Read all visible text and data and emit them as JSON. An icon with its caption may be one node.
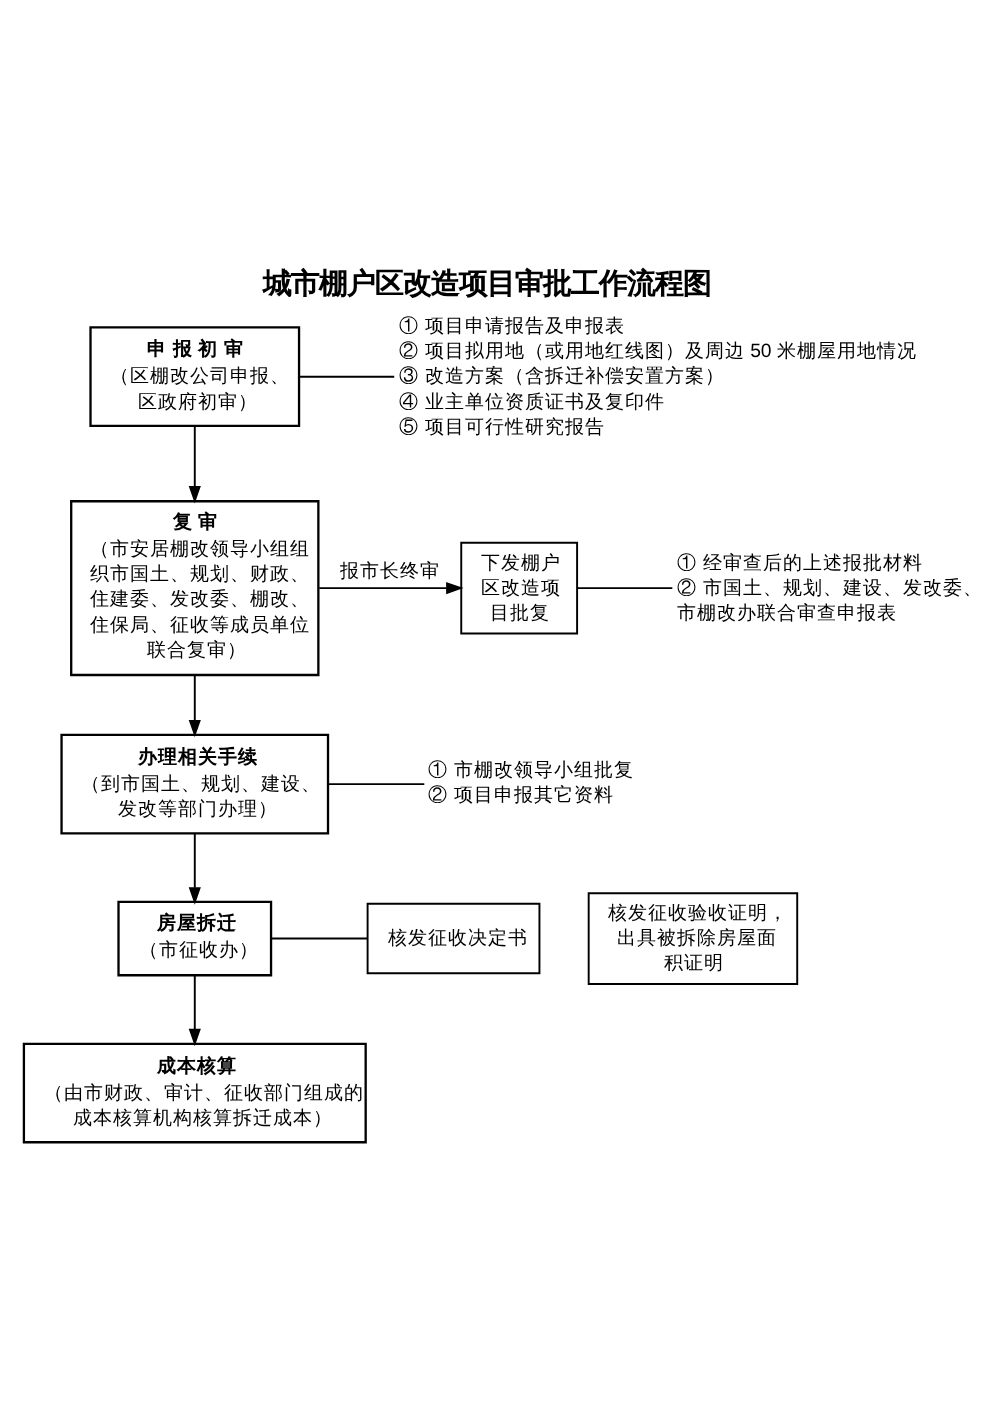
{
  "diagram": {
    "title": "城市棚户区改造项目审批工作流程图",
    "nodes": [
      {
        "text": [
          "申 报 初 审",
          "（区棚改公司申报、区政府初审）"
        ]
      },
      {
        "text": [
          "① 项目申请报告及申报表",
          "② 项目拟用地（或用地红线图）及周边 50 米棚屋用地情况",
          "③ 改造方案（含拆迁补偿安置方案）",
          "④ 业主单位资质证书及复印件",
          "⑤ 项目可行性研究报告"
        ]
      },
      {
        "text": [
          "复 审",
          "（市安居棚改领导小组组织市国土、规划、财政、住建委、发改委、棚改、住保局、征收等成员单位联合复审）"
        ]
      },
      {
        "text": [
          "下发棚户区改造项目批复"
        ]
      },
      {
        "text": [
          "① 经审查后的上述报批材料",
          "② 市国土、规划、建设、发改委、市棚改办联合审查申报表"
        ]
      },
      {
        "text": [
          "办理相关手续",
          "（到市国土、规划、建设、发改等部门办理）"
        ]
      },
      {
        "text": [
          "① 市棚改领导小组批复",
          "② 项目申报其它资料"
        ]
      },
      {
        "text": [
          "核发征收决定书"
        ]
      },
      {
        "text": [
          "房屋拆迁",
          "（市征收办）"
        ]
      },
      {
        "text": [
          "核发征收验收证明，出具被拆除房屋面积证明"
        ]
      },
      {
        "text": [
          "成本核算",
          "（由市财政、审计、征收部门组成的成本核算机构核算拆迁成本）"
        ]
      }
    ],
    "edges": [
      {
        "from": 0,
        "to": 1,
        "arrow": "none"
      },
      {
        "from": 0,
        "to": 2,
        "arrow": "to"
      },
      {
        "from": 2,
        "to": 3,
        "arrow": "to",
        "label": "报市长终审"
      },
      {
        "from": 3,
        "to": 4,
        "arrow": "none"
      },
      {
        "from": 2,
        "to": 5,
        "arrow": "to"
      },
      {
        "from": 5,
        "to": 6,
        "arrow": "none"
      },
      {
        "from": 5,
        "to": 8,
        "arrow": "to"
      },
      {
        "from": 8,
        "to": 7,
        "arrow": "none"
      },
      {
        "from": 8,
        "to": 10,
        "arrow": "to"
      }
    ]
  }
}
